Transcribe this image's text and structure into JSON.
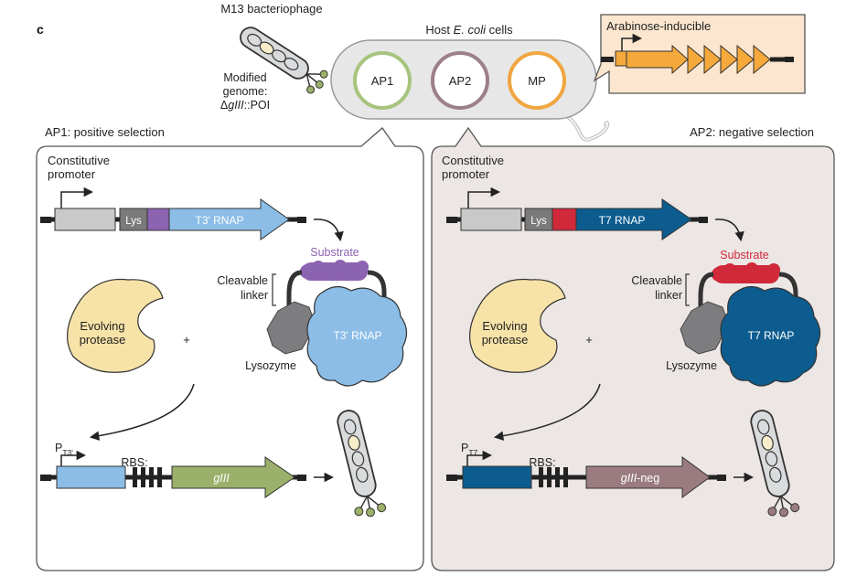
{
  "panel_letter": "c",
  "phage_title": "M13 bacteriophage",
  "genome_label": {
    "line1": "Modified",
    "line2": "genome:",
    "line3_prefix": "Δ",
    "line3_gene": "gIII",
    "line3_suffix": "::POI"
  },
  "host": {
    "title_prefix": "Host ",
    "title_italic": "E. coli",
    "title_suffix": " cells",
    "circles": [
      "AP1",
      "AP2",
      "MP"
    ]
  },
  "mp_box": {
    "title": "Arabinose-inducible"
  },
  "left_panel": {
    "title": "AP1: positive selection",
    "promoter_line1": "Constitutive",
    "promoter_line2": "promoter",
    "lys": "Lys",
    "rnap_gene": "T3' RNAP",
    "substrate": "Substrate",
    "linker_line1": "Cleavable",
    "linker_line2": "linker",
    "rnap_blob": "T3' RNAP",
    "lysozyme": "Lysozyme",
    "protease_line1": "Evolving",
    "protease_line2": "protease",
    "plus": "+",
    "promoter_main": "P",
    "promoter_sub": "T3'",
    "rbs": "RBS:",
    "output_gene": "gIII"
  },
  "right_panel": {
    "title": "AP2: negative selection",
    "promoter_line1": "Constitutive",
    "promoter_line2": "promoter",
    "lys": "Lys",
    "rnap_gene": "T7 RNAP",
    "substrate": "Substrate",
    "linker_line1": "Cleavable",
    "linker_line2": "linker",
    "rnap_blob": "T7 RNAP",
    "lysozyme": "Lysozyme",
    "protease_line1": "Evolving",
    "protease_line2": "protease",
    "plus": "+",
    "promoter_main": "P",
    "promoter_sub": "T7",
    "rbs": "RBS:",
    "output_gene_italic": "gIII",
    "output_gene_suffix": "-neg"
  },
  "colors": {
    "ap1_ring": "#a7c47e",
    "ap2_ring": "#9c8087",
    "mp_ring": "#f0a640",
    "t3_blue": "#8bbde6",
    "t7_blue": "#0d5c8f",
    "gIII_green": "#9bb06a",
    "gIII_neg": "#9a7c80",
    "purple_substrate": "#8c63b0",
    "red_substrate": "#d0293a",
    "protease": "#f7e3a8",
    "orange": "#f6a93b",
    "right_panel_bg": "#ece6e4"
  }
}
